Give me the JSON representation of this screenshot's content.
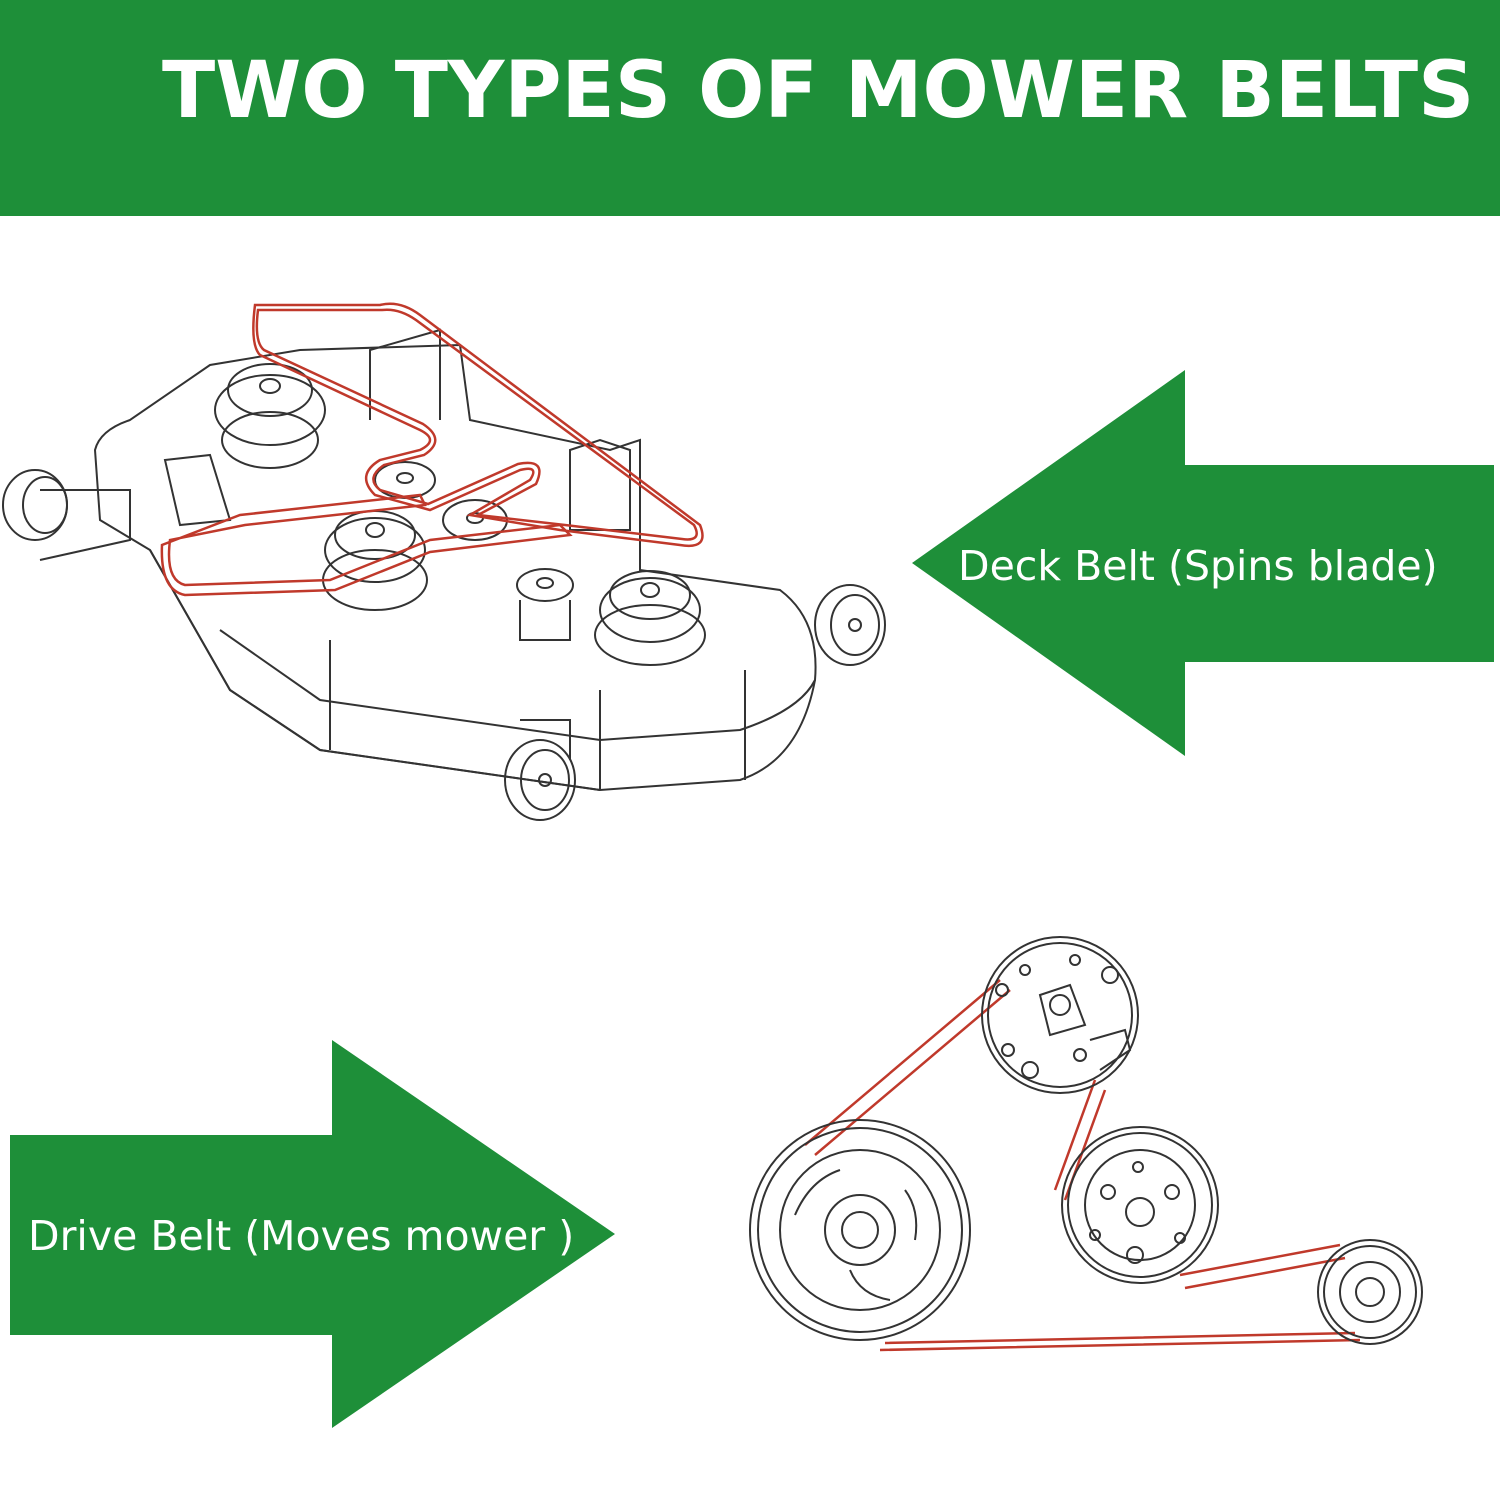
{
  "header": {
    "title": "TWO TYPES OF MOWER BELTS",
    "background": "#1e8f39"
  },
  "deck": {
    "label": "Deck Belt (Spins blade)",
    "arrow_direction": "left",
    "arrow_color": "#1e8f39",
    "illustration": "mower-deck-belt-diagram"
  },
  "drive": {
    "label": "Drive Belt (Moves mower )",
    "arrow_direction": "right",
    "arrow_color": "#1e8f39",
    "illustration": "drive-belt-pulley-diagram"
  },
  "colors": {
    "belt": "#c0392b",
    "line_art": "#333333"
  }
}
